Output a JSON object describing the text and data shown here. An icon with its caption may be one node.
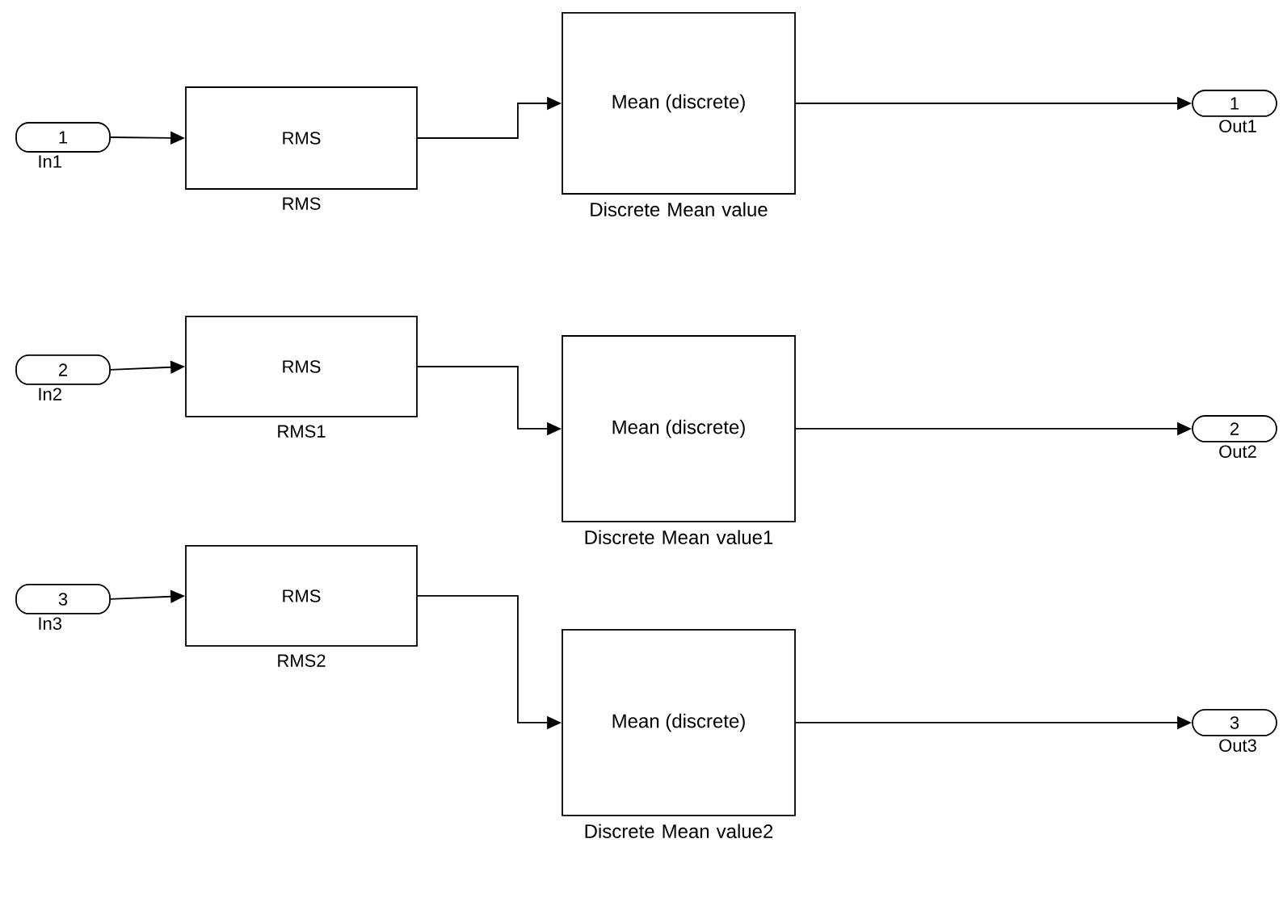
{
  "diagram": {
    "nodes": [
      {
        "text": [
          "1"
        ],
        "beside": [
          "In1"
        ]
      },
      {
        "text": [
          "RMS"
        ],
        "beside": [
          "RMS"
        ]
      },
      {
        "text": [
          "Mean (discrete)"
        ],
        "beside": [
          "Discrete Mean value"
        ]
      },
      {
        "text": [
          "1"
        ],
        "beside": [
          "Out1"
        ]
      },
      {
        "text": [
          "2"
        ],
        "beside": [
          "In2"
        ]
      },
      {
        "text": [
          "RMS"
        ],
        "beside": [
          "RMS1"
        ]
      },
      {
        "text": [
          "Mean (discrete)"
        ],
        "beside": [
          "Discrete Mean value1"
        ]
      },
      {
        "text": [
          "2"
        ],
        "beside": [
          "Out2"
        ]
      },
      {
        "text": [
          "3"
        ],
        "beside": [
          "In3"
        ]
      },
      {
        "text": [
          "RMS"
        ],
        "beside": [
          "RMS2"
        ]
      },
      {
        "text": [
          "Mean (discrete)"
        ],
        "beside": [
          "Discrete Mean value2"
        ]
      },
      {
        "text": [
          "3"
        ],
        "beside": [
          "Out3"
        ]
      }
    ],
    "edges": [
      {
        "from": 0,
        "to": 1,
        "arrow": "to"
      },
      {
        "from": 1,
        "to": 2,
        "arrow": "to"
      },
      {
        "from": 2,
        "to": 3,
        "arrow": "to"
      },
      {
        "from": 4,
        "to": 5,
        "arrow": "to"
      },
      {
        "from": 5,
        "to": 6,
        "arrow": "to"
      },
      {
        "from": 6,
        "to": 7,
        "arrow": "to"
      },
      {
        "from": 8,
        "to": 9,
        "arrow": "to"
      },
      {
        "from": 9,
        "to": 10,
        "arrow": "to"
      },
      {
        "from": 10,
        "to": 11,
        "arrow": "to"
      }
    ]
  }
}
